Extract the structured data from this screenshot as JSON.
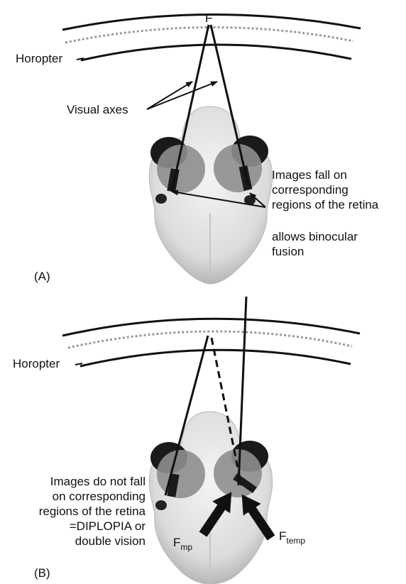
{
  "panel_a": {
    "panel_label": "(A)",
    "fixation_label": "F",
    "horopter_label": "Horopter",
    "visual_axes_label": "Visual axes",
    "images_text": [
      "Images fall on",
      "corresponding",
      "regions of the retina"
    ],
    "fusion_text": [
      "allows binocular",
      "fusion"
    ]
  },
  "panel_b": {
    "panel_label": "(B)",
    "horopter_label": "Horopter",
    "images_text": [
      "Images do not fall",
      "on corresponding",
      "regions of the retina",
      "=DIPLOPIA or",
      "double vision"
    ],
    "f_mp": {
      "main": "F",
      "sub": "mp"
    },
    "f_temp": {
      "main": "F",
      "sub": "temp"
    }
  }
}
